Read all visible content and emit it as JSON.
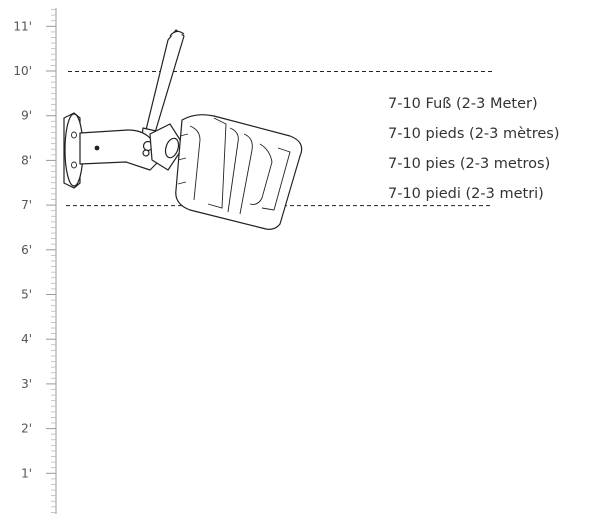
{
  "ruler": {
    "labels": [
      "1'",
      "2'",
      "3'",
      "4'",
      "5'",
      "6'",
      "7'",
      "8'",
      "9'",
      "10'",
      "11'"
    ]
  },
  "range": {
    "min_feet": 7,
    "max_feet": 10
  },
  "notes": [
    "7-10 Fuß (2-3 Meter)",
    "7-10 pieds (2-3 mètres)",
    "7-10 pies (2-3 metros)",
    "7-10 piedi (2-3 metri)"
  ]
}
